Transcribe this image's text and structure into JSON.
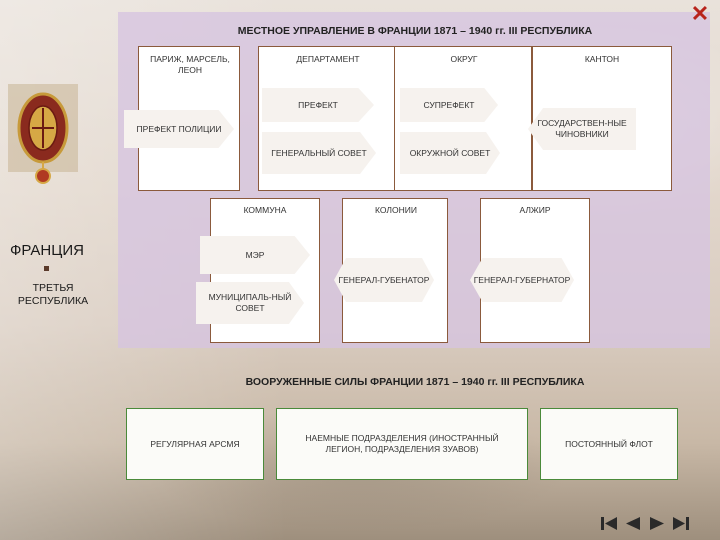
{
  "slide": {
    "close_icon": "close-icon",
    "top_title": "МЕСТНОЕ УПРАВЛЕНИЕ В ФРАНЦИИ 1871 – 1940 гг. III РЕСПУБЛИКА",
    "bottom_title": "ВООРУЖЕННЫЕ СИЛЫ ФРАНЦИИ 1871 – 1940 гг. III РЕСПУБЛИКА",
    "side_title": "ФРАНЦИЯ",
    "side_subtitle": "ТРЕТЬЯ РЕСПУБЛИКА"
  },
  "boxes": {
    "paris": "ПАРИЖ, МАРСЕЛЬ, ЛЕОН",
    "department": "ДЕПАРТАМЕНТ",
    "okrug": "ОКРУГ",
    "kanton": "КАНТОН",
    "kommuna": "КОММУНА",
    "kolonii": "КОЛОНИИ",
    "alzhir": "АЛЖИР"
  },
  "arrows": {
    "prefekt": "ПРЕФЕКТ",
    "suprefekt": "СУПРЕФЕКТ",
    "prefekt_policii": "ПРЕФЕКТ ПОЛИЦИИ",
    "gos_chinovniki": "ГОСУДАРСТВЕН-НЫЕ ЧИНОВНИКИ",
    "gen_sovet": "ГЕНЕРАЛЬНЫЙ СОВЕТ",
    "okr_sovet": "ОКРУЖНОЙ СОВЕТ",
    "mer": "МЭР",
    "mun_sovet": "МУНИЦИПАЛЬ-НЫЙ СОВЕТ",
    "gen_gub_1": "ГЕНЕРАЛ-ГУБЕНАТОР",
    "gen_gub_2": "ГЕНЕРАЛ-ГУБЕРНАТОР"
  },
  "army": {
    "regular": "РЕГУЛЯРНАЯ АРСМЯ",
    "mercenary": "НАЕМНЫЕ ПОДРАЗДЕЛЕНИЯ (ИНОСТРАННЫЙ ЛЕГИОН, ПОДРАЗДЕЛЕНИЯ ЗУАВОВ)",
    "fleet": "ПОСТОЯННЫЙ ФЛОТ"
  },
  "colors": {
    "panel": "#d6c4e0",
    "box_border": "#8b5a3c",
    "army_border": "#4a8a3a",
    "close": "#b8241c"
  },
  "nav_icons": [
    "first-slide-icon",
    "previous-slide-icon",
    "next-slide-icon",
    "last-slide-icon"
  ]
}
